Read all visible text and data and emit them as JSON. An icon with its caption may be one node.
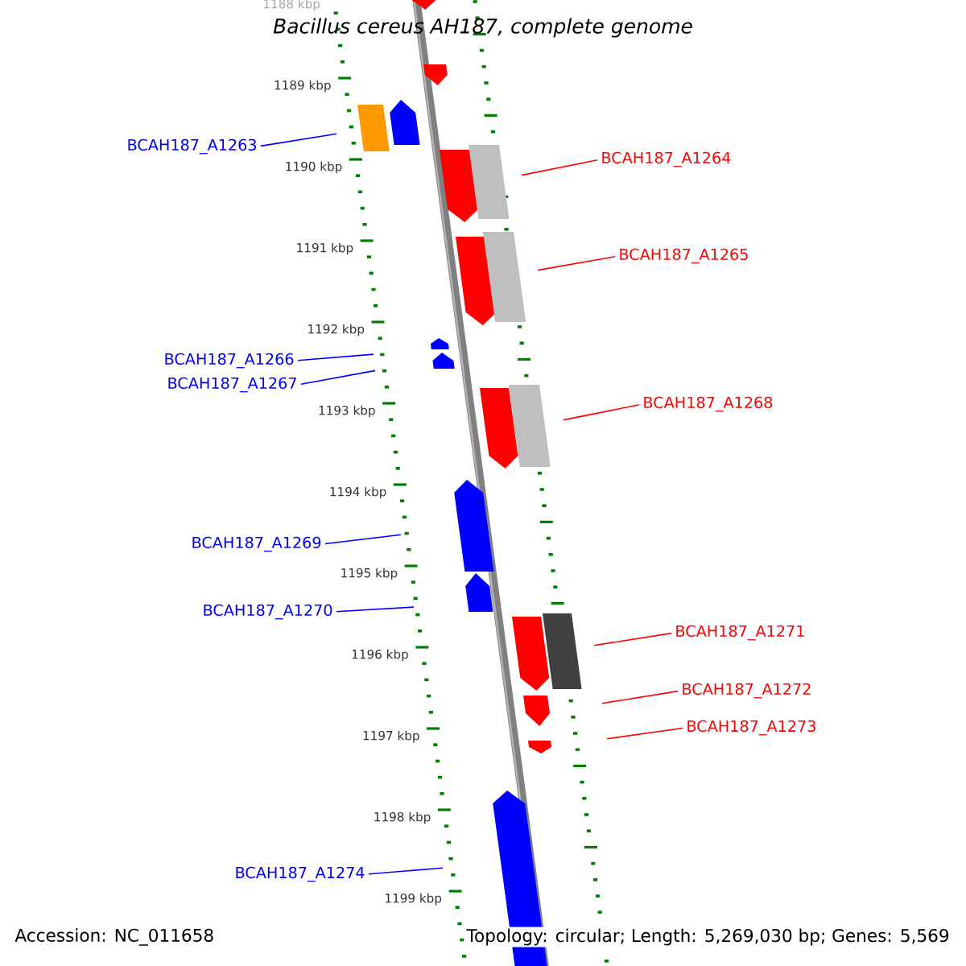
{
  "diagram": {
    "title": "Bacillus cereus AH187, complete genome",
    "nodes": [
      {
        "text": [
          "BCAH187_A1263"
        ]
      },
      {
        "text": [
          "BCAH187_A1264"
        ]
      },
      {
        "text": [
          "BCAH187_A1265"
        ]
      },
      {
        "text": [
          "BCAH187_A1266"
        ]
      },
      {
        "text": [
          "BCAH187_A1267"
        ]
      },
      {
        "text": [
          "BCAH187_A1268"
        ]
      },
      {
        "text": [
          "BCAH187_A1269"
        ]
      },
      {
        "text": [
          "BCAH187_A1270"
        ]
      },
      {
        "text": [
          "BCAH187_A1271"
        ]
      },
      {
        "text": [
          "BCAH187_A1272"
        ]
      },
      {
        "text": [
          "BCAH187_A1273"
        ]
      },
      {
        "text": [
          "BCAH187_A1274"
        ]
      }
    ],
    "edges": [
      {
        "from": 0,
        "to": null,
        "arrow": "none",
        "color": "#0000ff"
      },
      {
        "from": 1,
        "to": null,
        "arrow": "none",
        "color": "#ff0000"
      },
      {
        "from": 2,
        "to": null,
        "arrow": "none",
        "color": "#ff0000"
      },
      {
        "from": 3,
        "to": null,
        "arrow": "none",
        "color": "#0000ff"
      },
      {
        "from": 4,
        "to": null,
        "arrow": "none",
        "color": "#0000ff"
      },
      {
        "from": 5,
        "to": null,
        "arrow": "none",
        "color": "#ff0000"
      },
      {
        "from": 6,
        "to": null,
        "arrow": "none",
        "color": "#0000ff"
      },
      {
        "from": 7,
        "to": null,
        "arrow": "none",
        "color": "#0000ff"
      },
      {
        "from": 8,
        "to": null,
        "arrow": "none",
        "color": "#ff0000"
      },
      {
        "from": 9,
        "to": null,
        "arrow": "none",
        "color": "#ff0000"
      },
      {
        "from": 10,
        "to": null,
        "arrow": "none",
        "color": "#ff0000"
      },
      {
        "from": 11,
        "to": null,
        "arrow": "none",
        "color": "#0000ff"
      }
    ],
    "labels": [
      "1188 kbp",
      "1189 kbp",
      "1190 kbp",
      "1191 kbp",
      "1192 kbp",
      "1193 kbp",
      "1194 kbp",
      "1195 kbp",
      "1196 kbp",
      "1197 kbp",
      "1198 kbp",
      "1199 kbp",
      "Accession: NC_011658",
      "Topology: circular; Length: 5,269,030 bp; Genes: 5,569"
    ]
  }
}
